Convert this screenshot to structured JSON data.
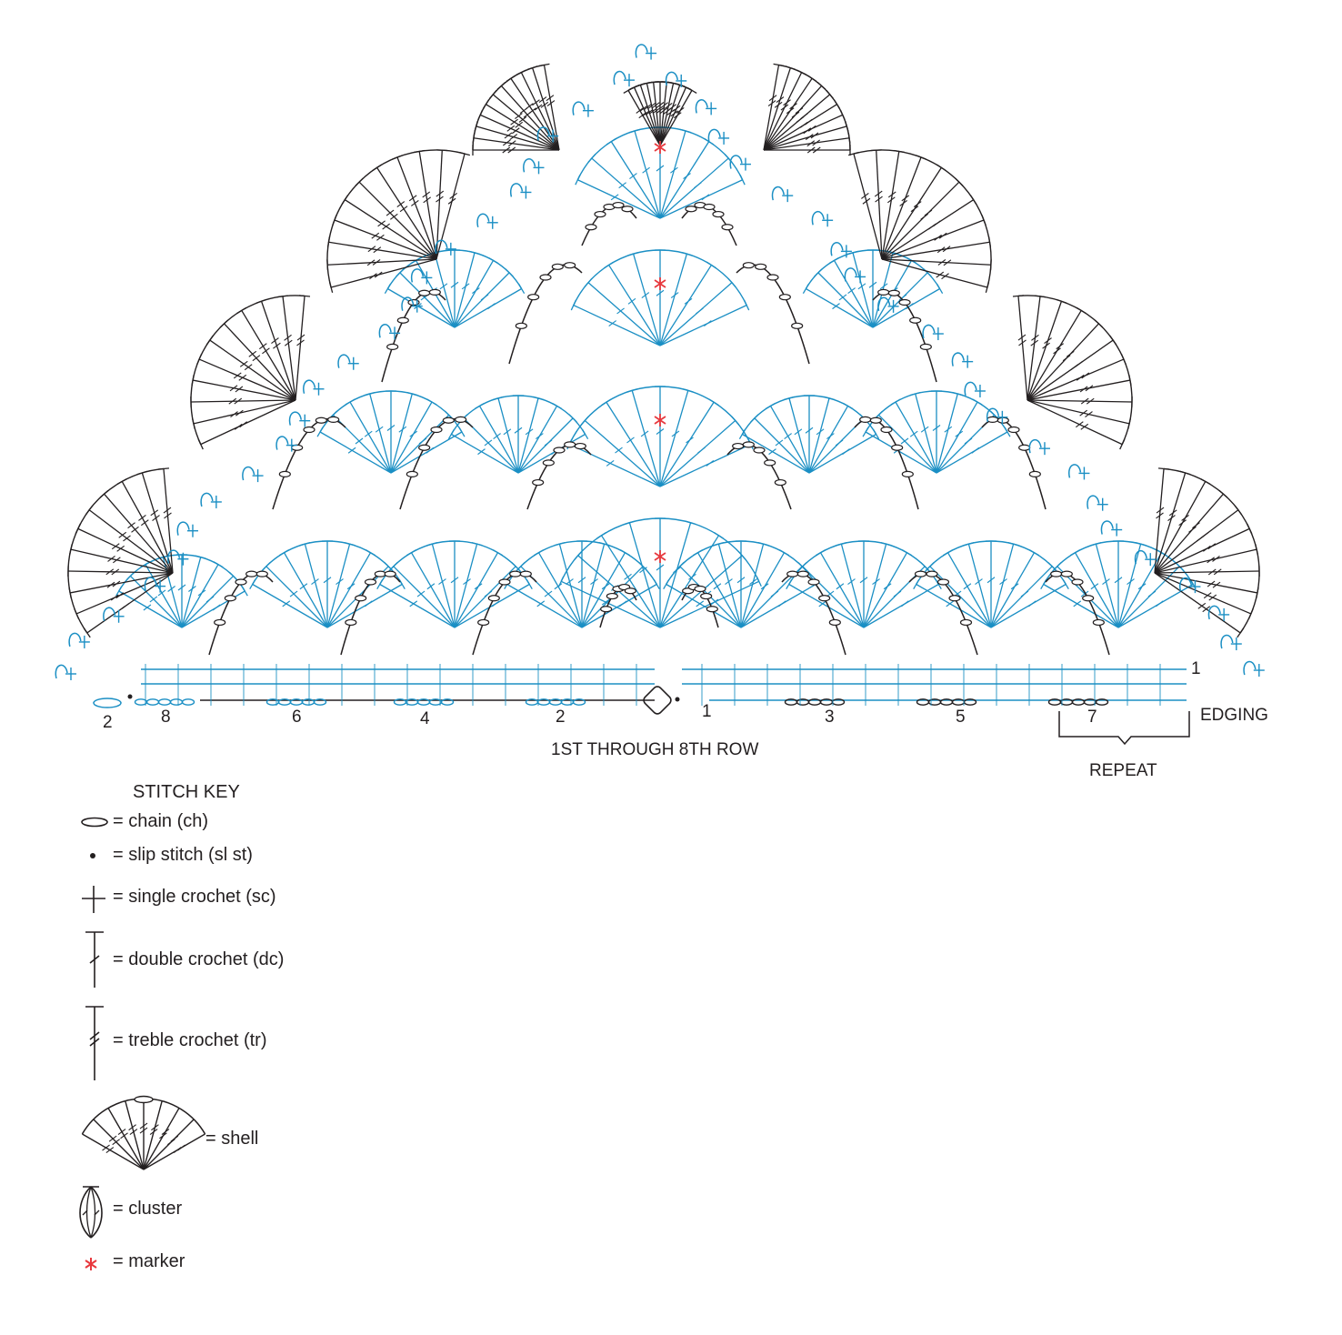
{
  "colors": {
    "ink": "#231f20",
    "blue": "#1b8fc4",
    "marker": "#e8383d"
  },
  "row_numbers": {
    "left": [
      "2",
      "8",
      "6",
      "4",
      "2"
    ],
    "right": [
      "1",
      "3",
      "5",
      "7"
    ],
    "edging_row": "1"
  },
  "labels": {
    "edging": "EDGING",
    "rows": "1ST THROUGH 8TH ROW",
    "repeat": "REPEAT"
  },
  "key": {
    "title": "STITCH KEY",
    "items": [
      {
        "icon": "chain-icon",
        "text": "= chain (ch)"
      },
      {
        "icon": "slip-stitch-icon",
        "text": "= slip stitch (sl st)"
      },
      {
        "icon": "single-crochet-icon",
        "text": "= single crochet (sc)"
      },
      {
        "icon": "double-crochet-icon",
        "text": "= double crochet (dc)"
      },
      {
        "icon": "treble-crochet-icon",
        "text": "= treble crochet (tr)"
      },
      {
        "icon": "shell-icon",
        "text": "= shell"
      },
      {
        "icon": "cluster-icon",
        "text": "= cluster"
      },
      {
        "icon": "marker-icon",
        "text": "= marker"
      }
    ]
  }
}
